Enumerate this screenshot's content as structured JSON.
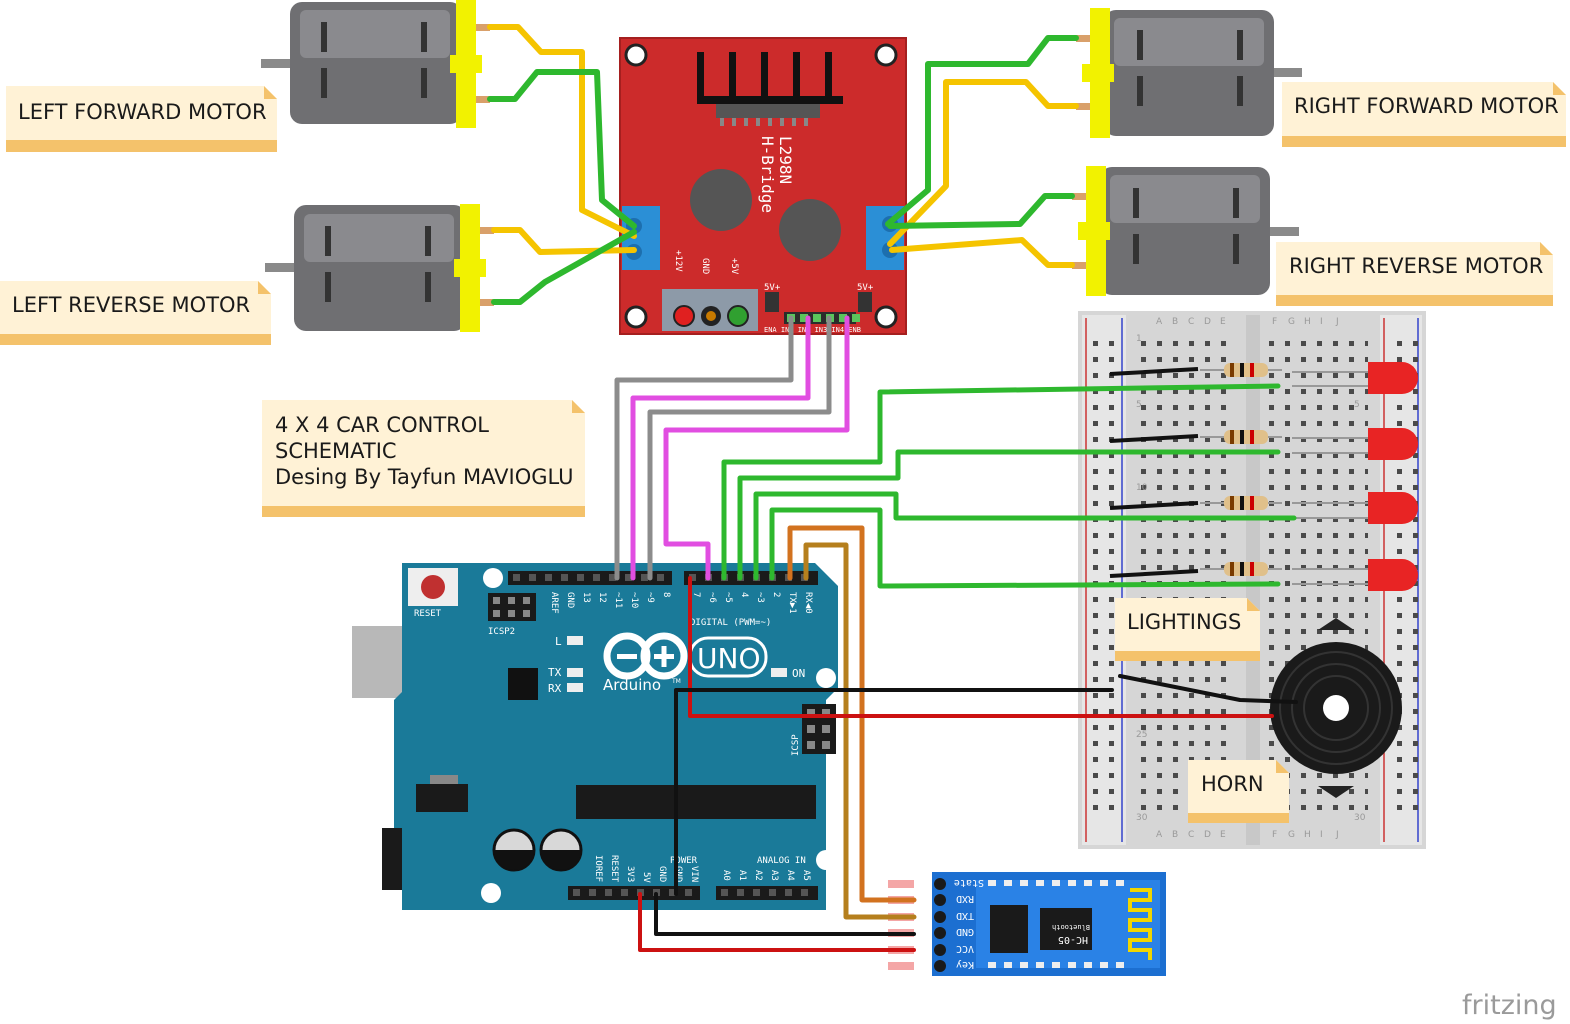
{
  "notes": {
    "left_forward_motor": "LEFT FORWARD MOTOR",
    "left_reverse_motor": "LEFT REVERSE MOTOR",
    "right_forward_motor": "RIGHT FORWARD MOTOR",
    "right_reverse_motor": "RIGHT REVERSE MOTOR",
    "title_line1": "4 X 4 CAR CONTROL",
    "title_line2": "SCHEMATIC",
    "title_line3": "Desing By Tayfun MAVIOGLU",
    "lightings": "LIGHTINGS",
    "horn": "HORN"
  },
  "hbridge": {
    "name_line1": "L298N",
    "name_line2": "H-Bridge",
    "power_pins": [
      "+12V",
      "GND",
      "+5V"
    ],
    "logic_left": "5V+",
    "logic_right": "5V+",
    "bottom_pins": "ENA IN1 IN2 IN3 IN4 ENB"
  },
  "arduino": {
    "reset": "RESET",
    "icsp2": "ICSP2",
    "icsp": "ICSP",
    "model": "UNO",
    "brand": "Arduino",
    "tm": "TM",
    "led_l": "L",
    "led_tx": "TX",
    "led_rx": "RX",
    "on": "ON",
    "digital_label": "DIGITAL (PWM=~)",
    "top_pins": [
      "AREF",
      "GND",
      "13",
      "12",
      "~11",
      "~10",
      "~9",
      "8",
      "7",
      "~6",
      "~5",
      "4",
      "~3",
      "2",
      "TX▶1",
      "RX◀0"
    ],
    "power_label": "POWER",
    "analog_label": "ANALOG IN",
    "bottom_pins": [
      "IOREF",
      "RESET",
      "3V3",
      "5V",
      "GND",
      "GND",
      "VIN",
      "A0",
      "A1",
      "A2",
      "A3",
      "A4",
      "A5"
    ]
  },
  "bluetooth": {
    "pins": [
      "State",
      "RXD",
      "TXD",
      "GND",
      "VCC",
      "Key"
    ],
    "chip_line1": "Bluetooth",
    "chip_line2": "HC-05"
  },
  "breadboard": {
    "columns": [
      "A",
      "B",
      "C",
      "D",
      "E",
      "F",
      "G",
      "H",
      "I",
      "J"
    ],
    "rows": [
      "1",
      "5",
      "10",
      "25",
      "30"
    ]
  },
  "brand": {
    "name": "fritzing"
  },
  "colors": {
    "hbridge": "#cc2b2b",
    "arduino": "#1a7a99",
    "motor_body": "#6f6f72",
    "motor_cap": "#f2f200",
    "note_fill": "#fff2d6",
    "note_bar": "#f4c26b",
    "wire_yellow": "#f5c400",
    "wire_green": "#2eb82e",
    "wire_grey": "#8c8c8c",
    "wire_magenta": "#e14ee1",
    "wire_orange": "#d2721f",
    "wire_brown": "#b57f1d",
    "wire_red": "#cc1111",
    "wire_black": "#111111",
    "led": "#e82424",
    "bluetooth": "#1c6fd1"
  }
}
